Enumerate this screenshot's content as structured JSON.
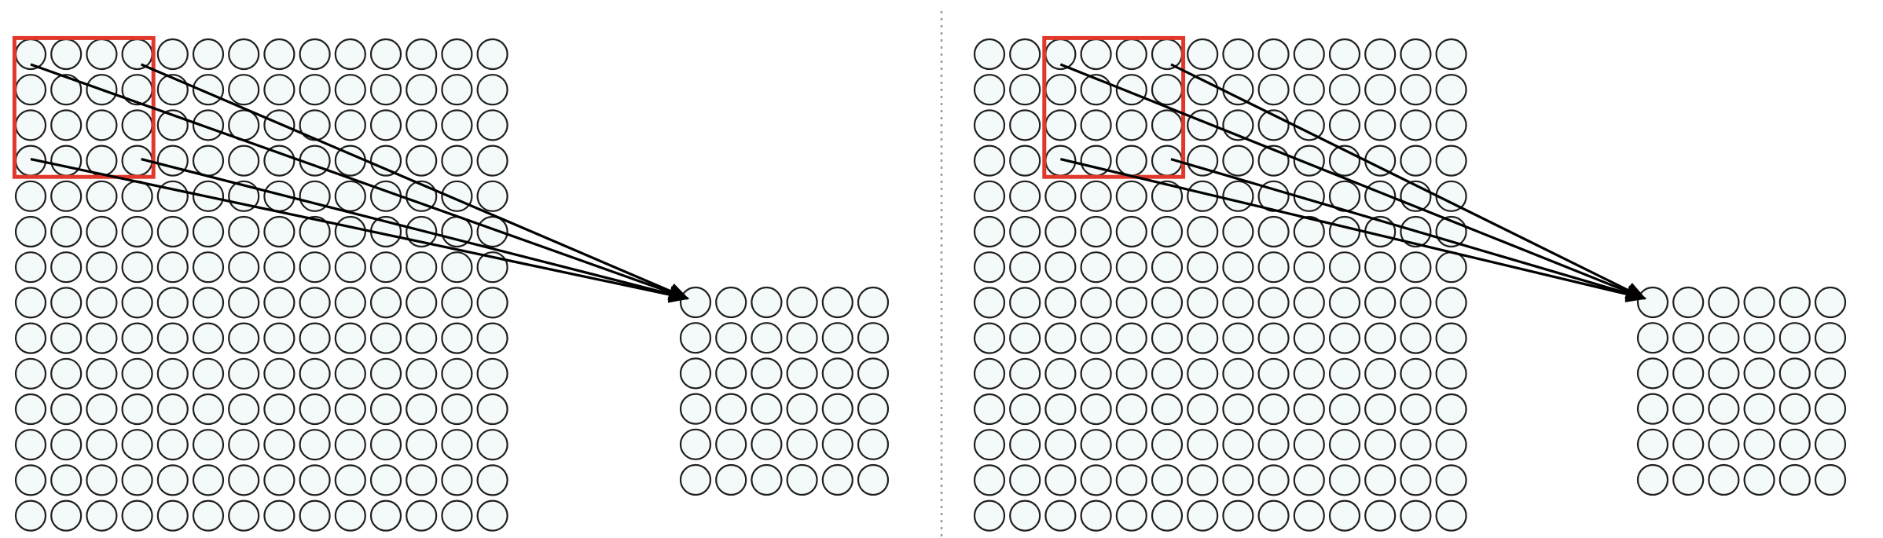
{
  "colors": {
    "background": "#ffffff",
    "neuron_fill": "#f4faf9",
    "neuron_stroke": "#1f1f1f",
    "receptive_field": "#e0392b",
    "connection": "#000000",
    "separator": "#9a9a9a"
  },
  "panels": [
    {
      "name": "stride-example-1",
      "input_grid": {
        "rows": 14,
        "cols": 14
      },
      "receptive_field": {
        "row_start": 0,
        "col_start": 0,
        "size": 4
      },
      "output_grid": {
        "rows": 6,
        "cols": 6
      },
      "highlighted_output": {
        "row": 0,
        "col": 0
      },
      "connection_count": 4
    },
    {
      "name": "stride-example-2",
      "input_grid": {
        "rows": 14,
        "cols": 14
      },
      "receptive_field": {
        "row_start": 0,
        "col_start": 2,
        "size": 4
      },
      "output_grid": {
        "rows": 6,
        "cols": 6
      },
      "highlighted_output": {
        "row": 0,
        "col": 0
      },
      "connection_count": 4
    }
  ]
}
